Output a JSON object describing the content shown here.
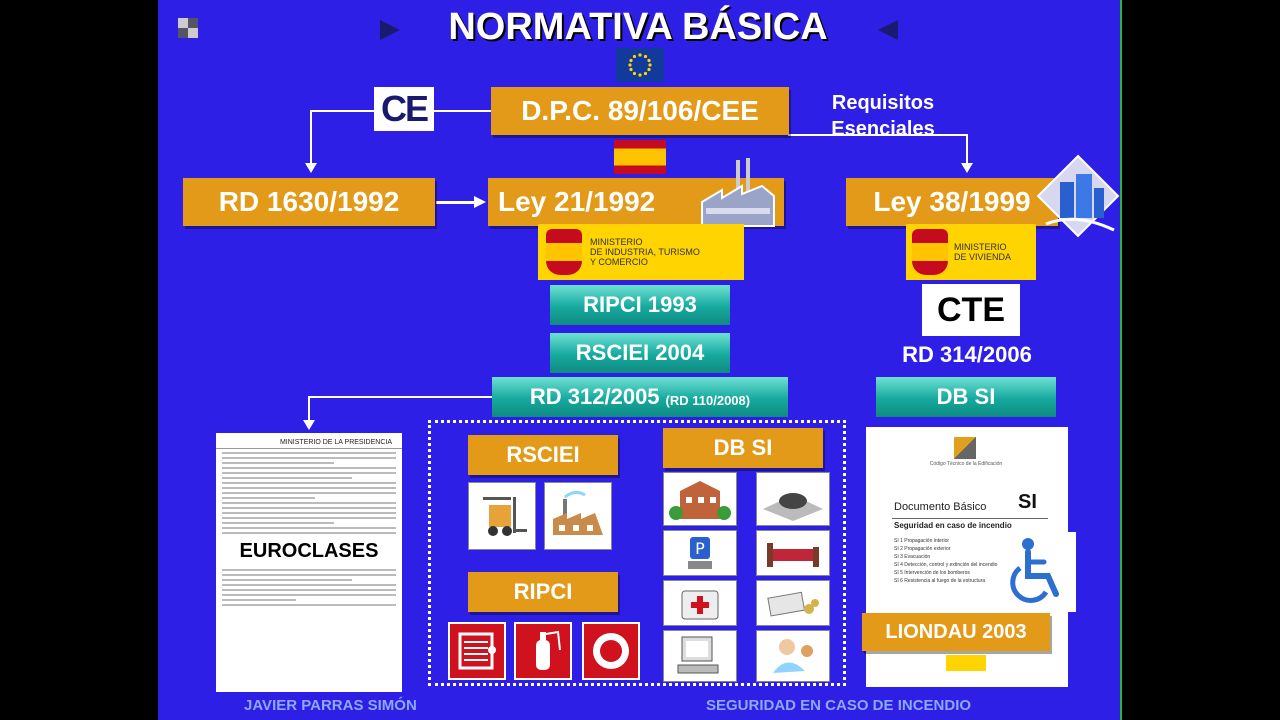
{
  "title": "NORMATIVA BÁSICA",
  "top": {
    "dpc": "D.P.C. 89/106/CEE",
    "ce": "CE",
    "requisitos": "Requisitos\nEsenciales"
  },
  "row2": {
    "rd1630": "RD 1630/1992",
    "ley21": "Ley 21/1992",
    "ley38": "Ley 38/1999"
  },
  "ministerios": {
    "industria": "MINISTERIO\nDE INDUSTRIA, TURISMO\nY COMERCIO",
    "vivienda": "MINISTERIO\nDE VIVIENDA"
  },
  "left_stack": {
    "ripci": "RIPCI 1993",
    "rsciei": "RSCIEI 2004",
    "rd312": "RD 312/2005",
    "rd312_note": "(RD 110/2008)"
  },
  "right_stack": {
    "cte": "CTE",
    "rd314": "RD 314/2006",
    "dbsi": "DB SI"
  },
  "document_left": {
    "header": "MINISTERIO DE LA PRESIDENCIA",
    "label": "EUROCLASES"
  },
  "center": {
    "rsciei": "RSCIEI",
    "dbsi": "DB SI",
    "ripci": "RIPCI"
  },
  "document_right": {
    "logo": "Código Técnico de la Edificación",
    "title": "Documento Básico",
    "si": "SI",
    "subtitle": "Seguridad en caso de incendio",
    "items": [
      "SI 1   Propagación interior",
      "SI 2   Propagación exterior",
      "SI 3   Evacuación",
      "SI 4   Detección, control y extinción del incendio",
      "SI 5   Intervención de los bomberos",
      "SI 6   Resistencia al fuego de la estructura"
    ],
    "liondau": "LIONDAU 2003"
  },
  "footer": {
    "author": "JAVIER PARRAS SIMÓN",
    "topic": "SEGURIDAD EN CASO DE INCENDIO"
  },
  "colors": {
    "background": "#2d1fe6",
    "orange": "#e39a18",
    "teal": "#16a99e"
  }
}
